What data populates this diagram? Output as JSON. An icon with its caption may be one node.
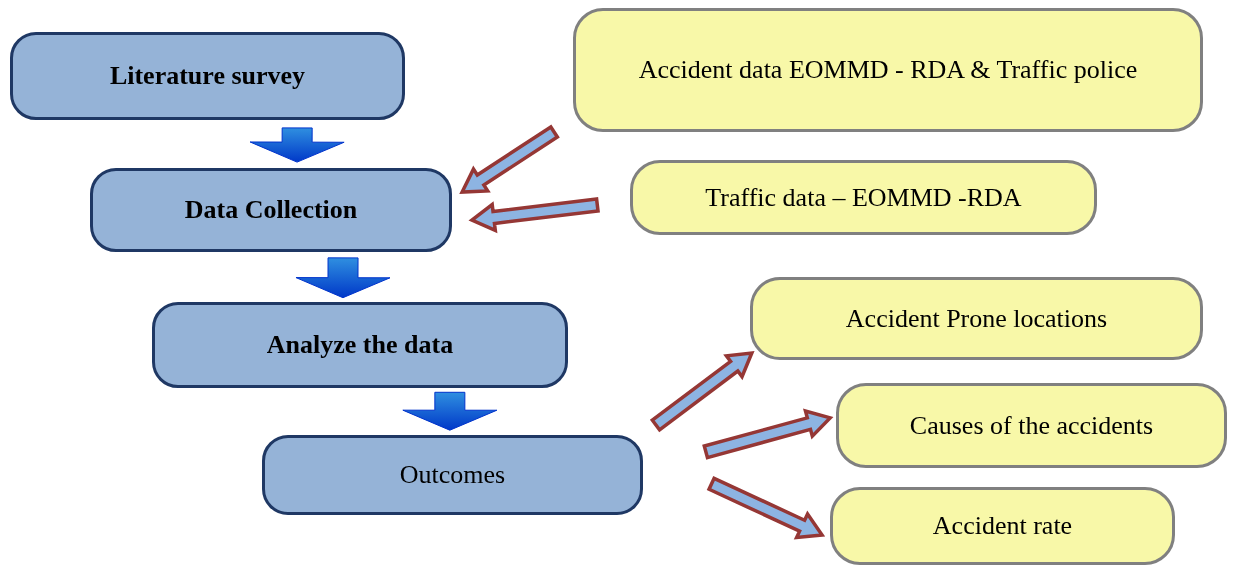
{
  "diagram": {
    "nodes": [
      {
        "text": [
          "Literature survey"
        ]
      },
      {
        "text": [
          "Data Collection"
        ]
      },
      {
        "text": [
          "Analyze the data"
        ]
      },
      {
        "text": [
          "Outcomes"
        ]
      },
      {
        "text": [
          "Accident data EOMMD - RDA & Traffic police"
        ]
      },
      {
        "text": [
          "Traffic data – EOMMD -RDA"
        ]
      },
      {
        "text": [
          "Accident Prone locations"
        ]
      },
      {
        "text": [
          "Causes of the accidents"
        ]
      },
      {
        "text": [
          "Accident rate"
        ]
      }
    ],
    "edges": [
      {
        "from": 0,
        "to": 1,
        "arrow": "to",
        "color": "#0033cc"
      },
      {
        "from": 1,
        "to": 2,
        "arrow": "to",
        "color": "#0033cc"
      },
      {
        "from": 2,
        "to": 3,
        "arrow": "to",
        "color": "#0033cc"
      },
      {
        "from": 4,
        "to": 1,
        "arrow": "to"
      },
      {
        "from": 5,
        "to": 1,
        "arrow": "to"
      },
      {
        "from": 3,
        "to": 6,
        "arrow": "to"
      },
      {
        "from": 3,
        "to": 7,
        "arrow": "to"
      },
      {
        "from": 3,
        "to": 8,
        "arrow": "to"
      }
    ]
  }
}
